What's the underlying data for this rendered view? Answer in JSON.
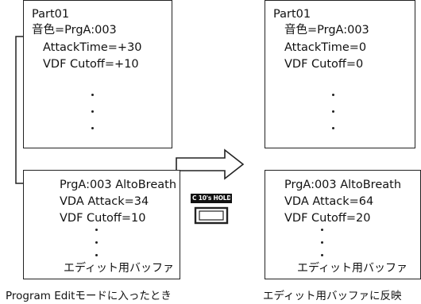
{
  "left_top_box": {
    "lines": [
      "Part01",
      "音色=PrgA:003",
      "AttackTime=+30",
      "VDF Cutoff=+10"
    ]
  },
  "left_bottom_box": {
    "lines": [
      "PrgA:003 AltoBreath",
      "VDA Attack=34",
      "VDF Cutoff=10"
    ],
    "footer": "エディット用バッファ"
  },
  "right_top_box": {
    "lines": [
      "Part01",
      "音色=PrgA:003",
      "AttackTime=0",
      "VDF Cutoff=0"
    ]
  },
  "right_bottom_box": {
    "lines": [
      "PrgA:003 AltoBreath",
      "VDA Attack=64",
      "VDF Cutoff=20"
    ],
    "footer": "エディット用バッファ"
  },
  "button": {
    "label": "C 10's HOLD"
  },
  "captions": {
    "left": "Program Editモードに入ったとき",
    "right": "エディット用バッファに反映"
  }
}
